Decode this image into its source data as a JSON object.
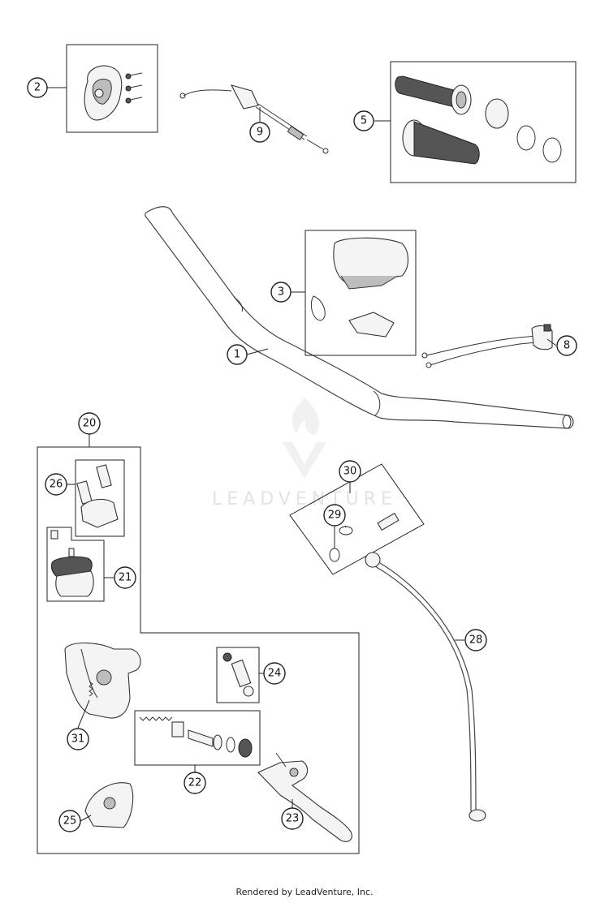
{
  "watermark": {
    "text": "LEADVENTURE"
  },
  "footer": {
    "text": "Rendered by LeadVenture, Inc."
  },
  "callouts": [
    "1",
    "2",
    "3",
    "5",
    "8",
    "9",
    "20",
    "21",
    "22",
    "23",
    "24",
    "25",
    "26",
    "28",
    "29",
    "30",
    "31"
  ]
}
